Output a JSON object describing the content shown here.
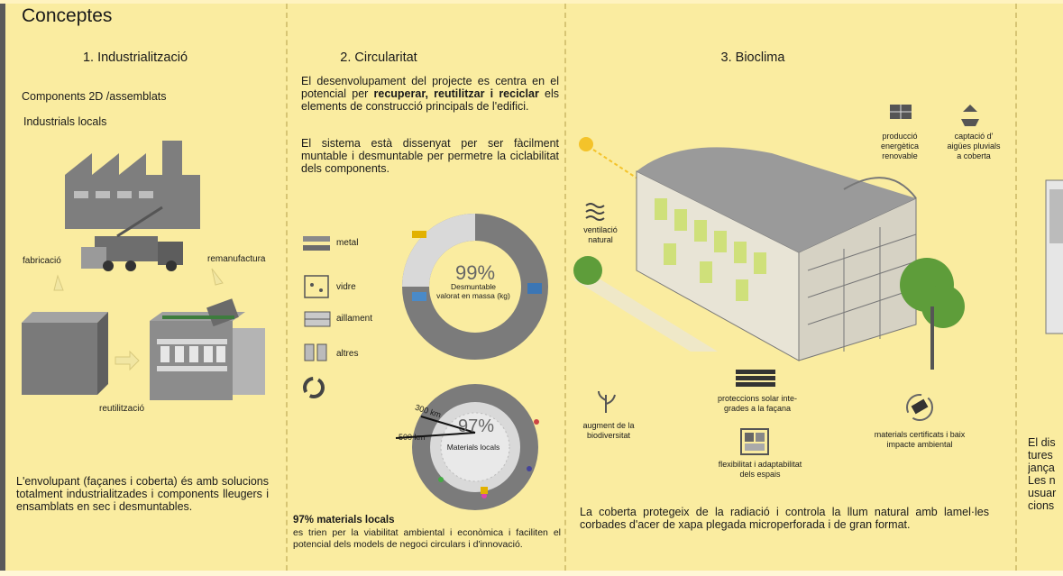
{
  "page_title": "Conceptes",
  "col1": {
    "heading": "1. Industrialització",
    "line1": "Components 2D /assemblats",
    "line2": "Industrials locals",
    "label_fabricacio": "fabricació",
    "label_remanufactura": "remanufactura",
    "label_reutilitzacio": "reutilització",
    "paragraph": "L'envolupant (façanes i coberta) és amb solucions totalment industrialitzades i components lleugers i ensamblats en sec i desmuntables."
  },
  "col2": {
    "heading": "2. Circularitat",
    "p1_a": "El desenvolupament del projecte es centra en el potencial per ",
    "p1_b": "recuperar, reutilitzar i reciclar",
    "p1_c": " els elements de construcció principals de l'edifici.",
    "p2": "El sistema està dissenyat per ser fàcilment muntable i desmuntable per permetre la ciclabilitat dels components.",
    "legend": [
      "metal",
      "vidre",
      "aillament",
      "altres"
    ],
    "donut1_value": "99%",
    "donut1_label1": "Desmuntable",
    "donut1_label2": "valorat en massa (kg)",
    "donut2_value": "97%",
    "donut2_label": "Materials locals",
    "dist1": "300 km",
    "dist2": "500 km",
    "footer_bold": "97% materials locals",
    "footer_text": "es trien per la viabilitat ambiental i econòmica i faciliten el potencial dels models de negoci circulars i d'innovació."
  },
  "col3": {
    "heading": "3. Bioclima",
    "label_produccio": [
      "producció",
      "energètica",
      "renovable"
    ],
    "label_captacio": [
      "captació d'",
      "aigües pluvials",
      "a coberta"
    ],
    "label_ventilacio": [
      "ventilació",
      "natural"
    ],
    "label_biodiversitat": [
      "augment de la",
      "biodiversitat"
    ],
    "label_proteccions": [
      "proteccions solar inte-",
      "grades a la façana"
    ],
    "label_materials": [
      "materials certificats i baix",
      "impacte ambiental"
    ],
    "label_flexibilitat": [
      "flexibilitat  i adaptabilitat",
      "dels espais"
    ],
    "paragraph": "La coberta protegeix de la radiació i controla la llum natural amb lamel·les corbades d'acer de xapa plegada microperforada i de gran format."
  },
  "col4": {
    "lines": [
      "El dis",
      "tures",
      "jança",
      "Les n",
      "usuar",
      "cions"
    ]
  },
  "colors": {
    "background": "#faeca0",
    "accent_yellow": "#e8d84a",
    "building_grey": "#8f8f8f",
    "donut_grey": "#7b7b7b",
    "sun": "#f4c32a"
  }
}
